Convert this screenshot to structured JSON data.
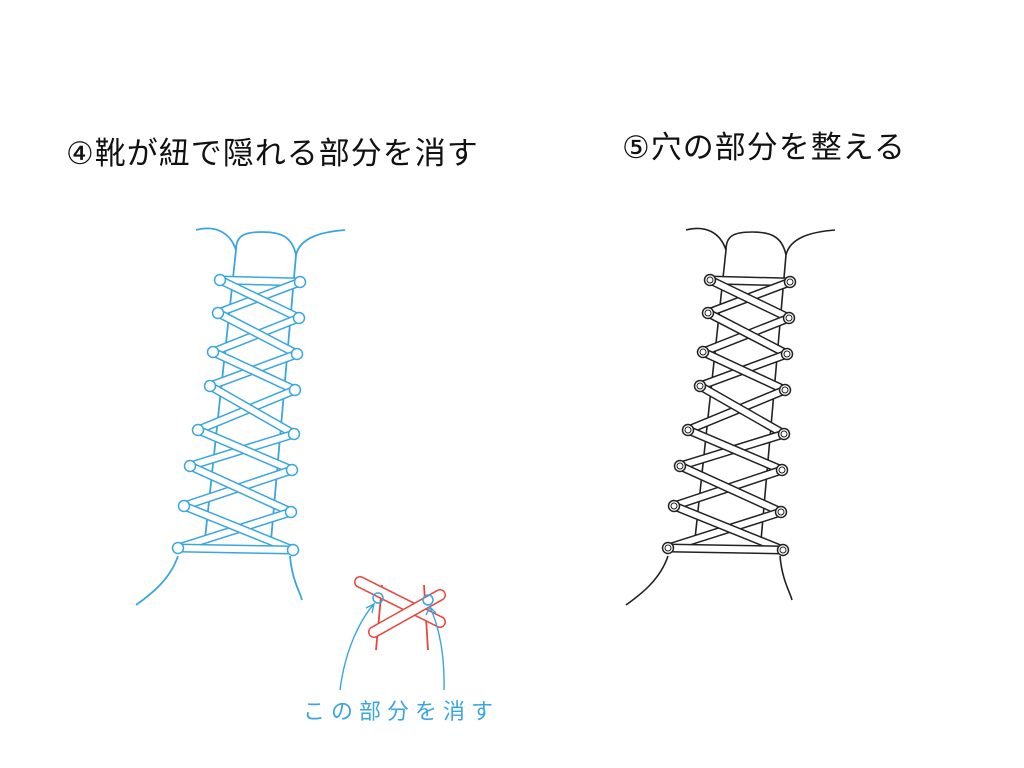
{
  "step4": {
    "title": "④靴が紐で隠れる部分を消す"
  },
  "step5": {
    "title": "⑤穴の部分を整える"
  },
  "annotation": {
    "label": "この部分を消す"
  },
  "colors": {
    "sketch_blue": "#3aa6e0",
    "ink_black": "#222222",
    "erase_red": "#e8463a"
  }
}
